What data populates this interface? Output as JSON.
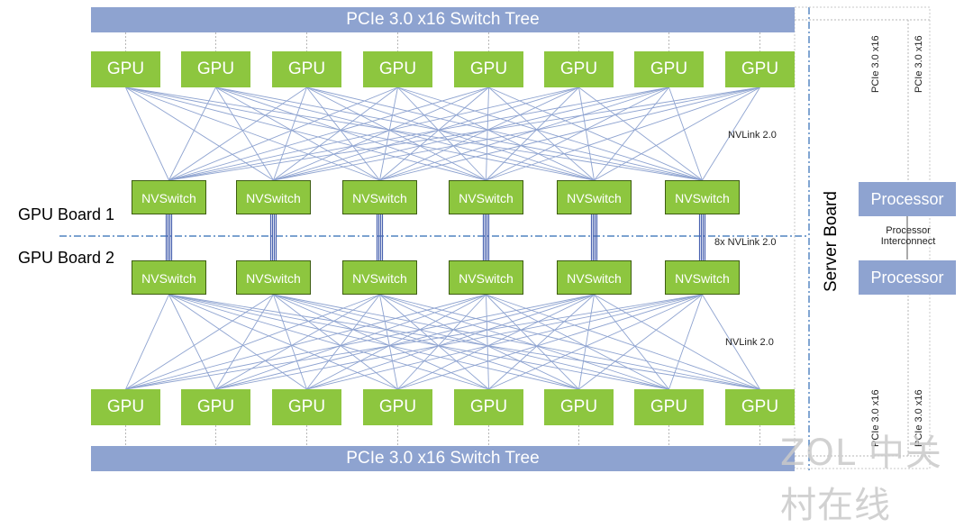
{
  "top_switch_tree": "PCIe 3.0 x16 Switch Tree",
  "bottom_switch_tree": "PCIe 3.0 x16 Switch Tree",
  "top_gpus": [
    "GPU",
    "GPU",
    "GPU",
    "GPU",
    "GPU",
    "GPU",
    "GPU",
    "GPU"
  ],
  "bottom_gpus": [
    "GPU",
    "GPU",
    "GPU",
    "GPU",
    "GPU",
    "GPU",
    "GPU",
    "GPU"
  ],
  "board1_switches": [
    "NVSwitch",
    "NVSwitch",
    "NVSwitch",
    "NVSwitch",
    "NVSwitch",
    "NVSwitch"
  ],
  "board2_switches": [
    "NVSwitch",
    "NVSwitch",
    "NVSwitch",
    "NVSwitch",
    "NVSwitch",
    "NVSwitch"
  ],
  "labels": {
    "gpu_board_1": "GPU Board 1",
    "gpu_board_2": "GPU Board 2",
    "nvlink_top": "NVLink 2.0",
    "nvlink_bottom": "NVLink 2.0",
    "nvlink_8x": "8x NVLink 2.0",
    "server_board": "Server Board",
    "processor_top": "Processor",
    "processor_bottom": "Processor",
    "processor_interconnect_1": "Processor",
    "processor_interconnect_2": "Interconnect",
    "pcie_tl": "PCIe 3.0 x16",
    "pcie_tr": "PCIe 3.0 x16",
    "pcie_bl": "PCIe 3.0 x16",
    "pcie_br": "PCIe 3.0 x16"
  },
  "watermark": "ZOL 中关村在线",
  "colors": {
    "gpu": "#8dc63f",
    "switch_tree": "#8ea3d0",
    "link": "#8ea3d0",
    "dashed_divider": "#2e6bb5"
  }
}
